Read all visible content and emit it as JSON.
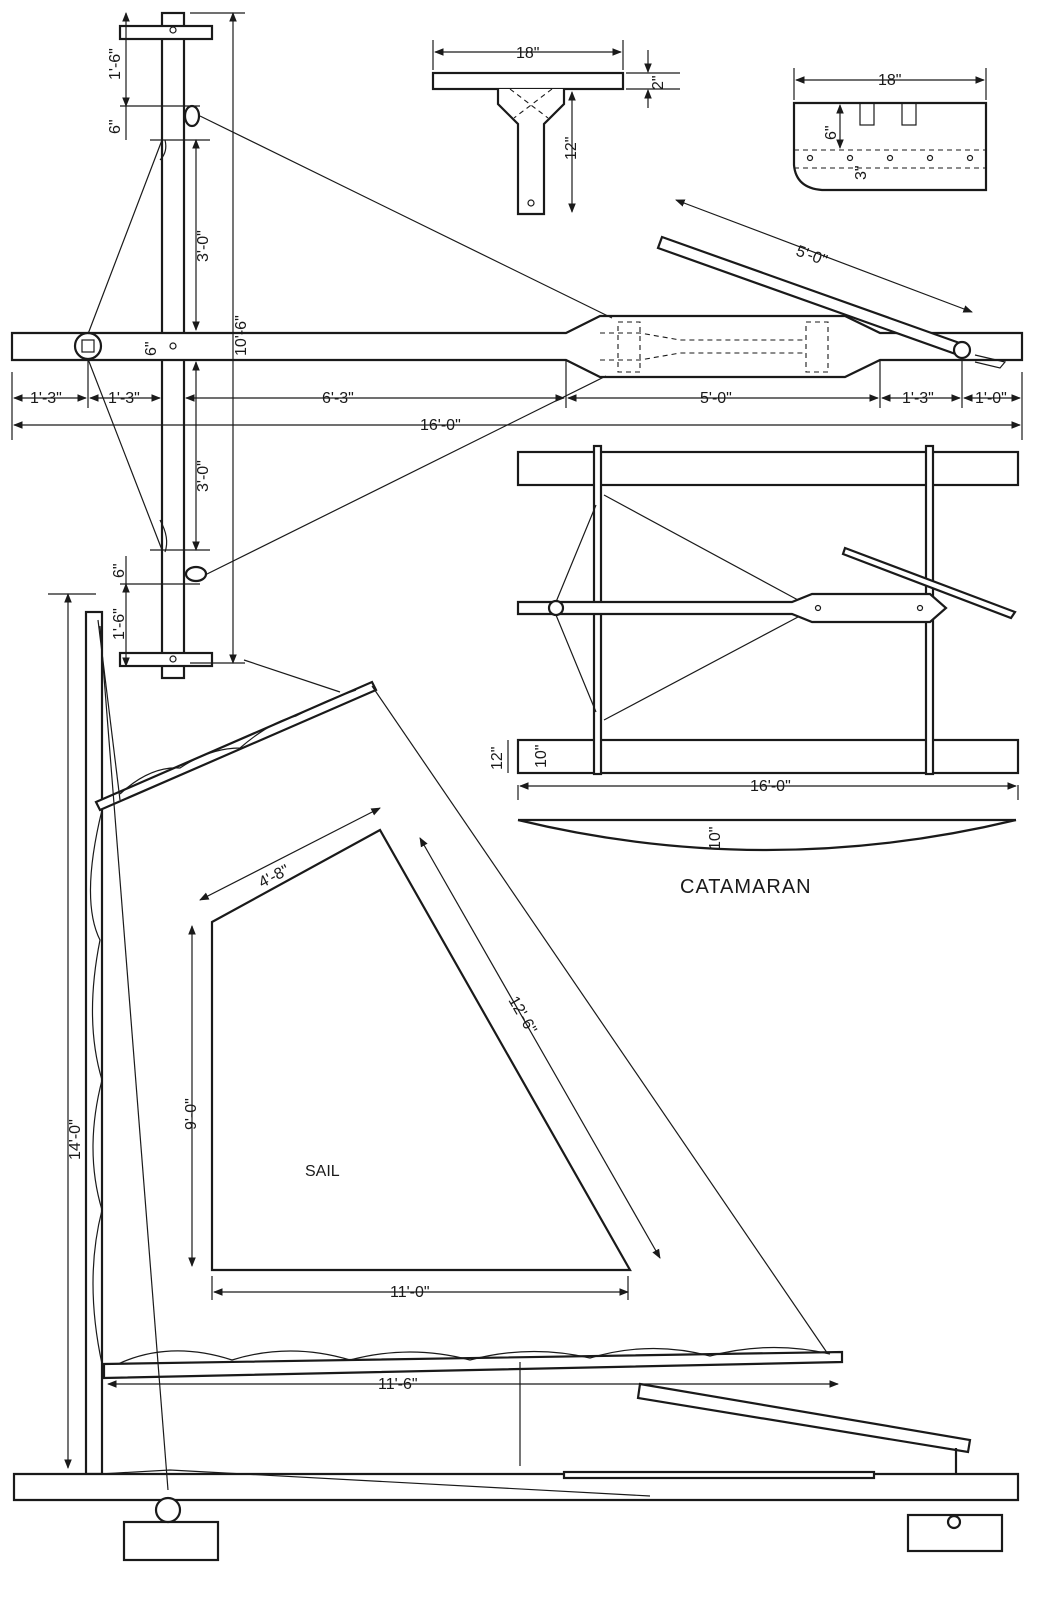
{
  "drawing": {
    "title": "CATAMARAN",
    "sail_label": "SAIL",
    "top_view": {
      "overall_length": "16'-0\"",
      "segments": [
        "1'-3\"",
        "1'-3\"",
        "6'-3\"",
        "5'-0\"",
        "1'-3\"",
        "1'-0\""
      ],
      "crossbar_span": "10'-6\"",
      "upper_offset": "1'-6\"",
      "upper_block": "6\"",
      "upper_half": "3'-0\"",
      "lower_half": "3'-0\"",
      "lower_block": "6\"",
      "lower_offset": "1'-6\"",
      "mast_step": "6\"",
      "tiller": "5'-0\""
    },
    "runner_detail": {
      "width": "18\"",
      "thickness": "2\"",
      "post": "12\""
    },
    "blade_detail": {
      "width": "18\"",
      "height": "6\"",
      "edge": "3\""
    },
    "hull_view": {
      "length": "16'-0\"",
      "height": "12\"",
      "depth": "10\"",
      "rocker": "10\""
    },
    "sail": {
      "head": "4'-8\"",
      "luff": "9'-0\"",
      "leech": "12'-6\"",
      "foot": "11'-0\""
    },
    "side_view": {
      "mast": "14'-0\"",
      "boom": "11'-6\""
    }
  }
}
